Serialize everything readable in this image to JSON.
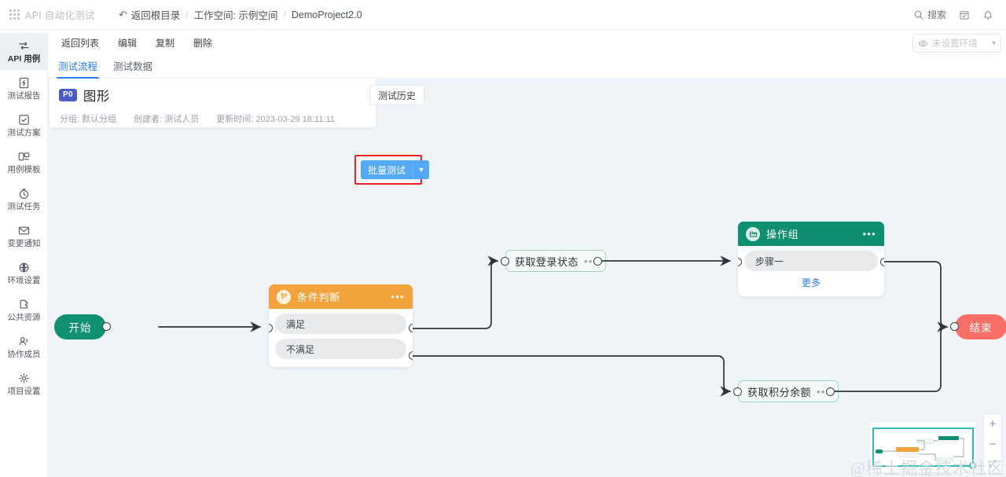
{
  "topbar": {
    "app_name": "API 自动化测试",
    "grid_icon": "grid-icon",
    "back_label": "返回根目录",
    "back_icon": "undo-arrow-icon",
    "sep": "/",
    "crumb_workspace": "工作空间: 示例空间",
    "crumb_project": "DemoProject2.0",
    "search_label": "搜索",
    "search_icon": "search-icon",
    "calendar_icon": "calendar-icon",
    "bell_icon": "bell-icon"
  },
  "sidebar": {
    "items": [
      {
        "label": "API 用例",
        "icon": "api-sync-icon",
        "active": true
      },
      {
        "label": "测试报告",
        "icon": "report-icon",
        "active": false
      },
      {
        "label": "测试方案",
        "icon": "checklist-icon",
        "active": false
      },
      {
        "label": "用例模板",
        "icon": "template-icon",
        "active": false
      },
      {
        "label": "测试任务",
        "icon": "timer-icon",
        "active": false
      },
      {
        "label": "变更通知",
        "icon": "mail-icon",
        "active": false
      },
      {
        "label": "环境设置",
        "icon": "globe-icon",
        "active": false
      },
      {
        "label": "公共资源",
        "icon": "puzzle-icon",
        "active": false
      },
      {
        "label": "协作成员",
        "icon": "users-icon",
        "active": false
      },
      {
        "label": "项目设置",
        "icon": "gear-icon",
        "active": false
      }
    ]
  },
  "toolbar": {
    "back_list": "返回列表",
    "edit": "编辑",
    "copy": "复制",
    "delete": "删除",
    "env_value": "未设置环境",
    "env_icon": "eye-icon",
    "env_chevron": "chevron-down-icon"
  },
  "tabs": [
    {
      "label": "测试流程",
      "active": true
    },
    {
      "label": "测试数据",
      "active": false
    }
  ],
  "card": {
    "priority": "P0",
    "title": "图形",
    "meta_group": "分组: 默认分组",
    "meta_creator": "创建者: 测试人员",
    "meta_updated": "更新时间: 2023-03-29 18:11:11",
    "history_button": "测试历史",
    "batch_button": "批量测试",
    "batch_caret": "chevron-down-icon",
    "highlight_color": "#f02020"
  },
  "flow": {
    "start": "开始",
    "end": "结束",
    "condition": {
      "title": "条件判断",
      "icon": "branch-icon",
      "menu": "•••",
      "branch_true": "满足",
      "branch_false": "不满足",
      "header_color": "#f2a33c"
    },
    "login_node": {
      "label": "获取登录状态",
      "menu": "•••"
    },
    "points_node": {
      "label": "获取积分余额",
      "menu": "•••"
    },
    "group": {
      "title": "操作组",
      "icon": "folder-icon",
      "menu": "•••",
      "step": "步骤一",
      "more": "更多",
      "header_color": "#0f8f6f"
    },
    "start_color": "#0f9070",
    "end_color": "#fa6f67"
  },
  "minimap": {
    "zoom_in": "+",
    "zoom_out": "−",
    "fit": "⤢",
    "viewport_color": "#2bc0b4"
  },
  "watermark": "@稀土掘金技术社区"
}
